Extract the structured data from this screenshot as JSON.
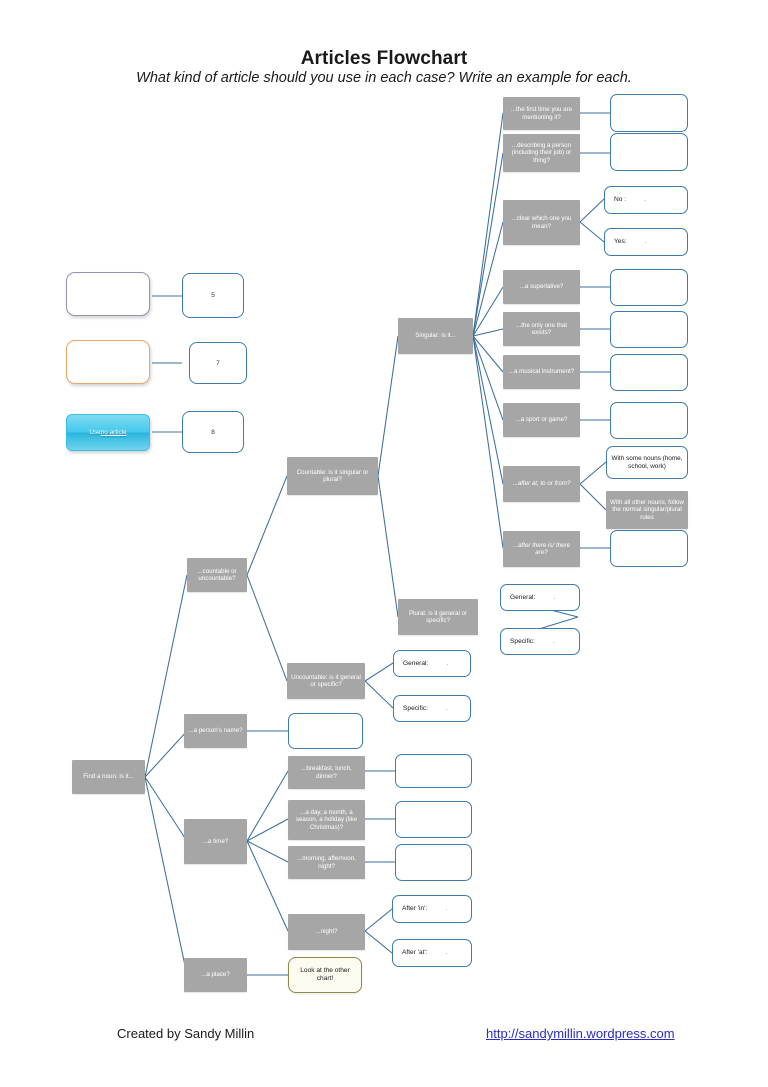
{
  "header": {
    "title": "Articles Flowchart",
    "subtitle": "What kind of article should you use in each case? Write an example for each."
  },
  "footer": {
    "credit": "Created by Sandy Millin",
    "url": "http://sandymillin.wordpress.com"
  },
  "legend": {
    "items": [
      {
        "label": "",
        "style": "purple-outline",
        "number": "5"
      },
      {
        "label": "",
        "style": "orange-outline",
        "number": "7"
      },
      {
        "label": "Use no article",
        "label_plain": "Use ",
        "label_underlined": "no article",
        "style": "blue-gradient",
        "number": "8"
      }
    ]
  },
  "flow": {
    "root": {
      "label": "Find a noun: is it..."
    },
    "level1": [
      {
        "label": "...countable or uncountable?"
      },
      {
        "label": "...a person's name?"
      },
      {
        "label": "...a time?"
      },
      {
        "label": "...a place?"
      }
    ],
    "countable_branch": [
      {
        "label": "Countable: is it singular or plural?"
      },
      {
        "label": "Uncountable: is it general or specific?"
      }
    ],
    "singular": {
      "label": "Singular: is it..."
    },
    "plural": {
      "label": "Plural: is it general or specific?"
    },
    "singular_questions": [
      {
        "label": "...the first time you are mentioning it?",
        "italic": false
      },
      {
        "label": "...describing a person (including their job) or thing?",
        "italic": false
      },
      {
        "label": "...clear which one you mean?",
        "italic": false
      },
      {
        "label": "...a superlative?",
        "italic": false
      },
      {
        "label": "...the only one that exists?",
        "italic": false
      },
      {
        "label": "...a musical instrument?",
        "italic": false
      },
      {
        "label": "...a sport or game?",
        "italic": false
      },
      {
        "label": "...after at, to or from?",
        "italic": true
      },
      {
        "label": "...after there is/ there are?",
        "italic": true
      }
    ],
    "time_questions": [
      {
        "label": "...breakfast, lunch, dinner?"
      },
      {
        "label": "...a day, a month, a season, a holiday (like Christmas)?"
      },
      {
        "label": "...morning, afternoon, night?"
      },
      {
        "label": "...night?"
      }
    ],
    "answers": {
      "first_time": "",
      "describing": "",
      "clear_no": "No :",
      "clear_yes": "Yes:",
      "superlative": "",
      "only_one": "",
      "instrument": "",
      "sport": "",
      "at_to_from_some": "With some nouns (home, school, work)",
      "at_to_from_other": "With all other nouns, follow the normal singular/plural rules",
      "there_is": "",
      "plural_general": "General:",
      "plural_specific": "Specific:",
      "uncountable_general": "General:",
      "uncountable_specific": "Specific:",
      "persons_name": "",
      "breakfast": "",
      "day_month": "",
      "morning": "",
      "night_in": "After 'in':",
      "night_at": "After 'at':",
      "place": "Look at the other chart!"
    },
    "dots": "."
  },
  "colors": {
    "question_box": "#a6a6a6",
    "answer_border": "#3f7cad",
    "connector": "#3c6f9e",
    "legend_blue": "#45c9ec",
    "legend_purple": "#9b8fb4",
    "legend_orange": "#e8a86a",
    "olive_border": "#8a8a4a",
    "link": "#2b2bc9"
  }
}
